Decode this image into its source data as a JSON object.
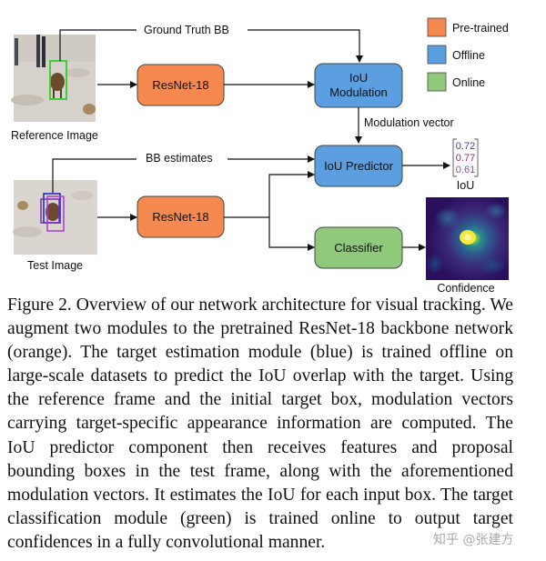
{
  "figure": {
    "labels": {
      "ground_truth_bb": "Ground Truth BB",
      "bb_estimates": "BB estimates",
      "modulation_vector": "Modulation vector",
      "reference_image": "Reference Image",
      "test_image": "Test Image",
      "iou": "IoU",
      "confidence": "Confidence"
    },
    "boxes": {
      "resnet_top": "ResNet-18",
      "resnet_bottom": "ResNet-18",
      "iou_modulation_line1": "IoU",
      "iou_modulation_line2": "Modulation",
      "iou_predictor": "IoU Predictor",
      "classifier": "Classifier"
    },
    "legend": {
      "pretrained": "Pre-trained",
      "offline": "Offline",
      "online": "Online"
    },
    "iou_values": [
      "0.72",
      "0.77",
      "0.61"
    ],
    "colors": {
      "pretrained": "#f5894f",
      "offline": "#5b9fe0",
      "online": "#8fc97a",
      "iou_value_1": "#3b3fa8",
      "iou_value_2": "#8a2b6e",
      "iou_value_3": "#9b3fbf"
    }
  },
  "caption": {
    "text": "Figure 2. Overview of our network architecture for visual tracking. We augment two modules to the pretrained ResNet-18 backbone network (orange). The target estimation module (blue) is trained offline on large-scale datasets to predict the IoU overlap with the target. Using the reference frame and the initial target box, modulation vectors carrying target-specific appearance information are computed. The IoU predictor component then receives features and proposal bounding boxes in the test frame, along with the aforementioned modulation vectors. It estimates the IoU for each input box. The target classification module (green) is trained online to output target confidences in a fully convolutional manner."
  },
  "watermark": {
    "text": "知乎 @张建方"
  }
}
